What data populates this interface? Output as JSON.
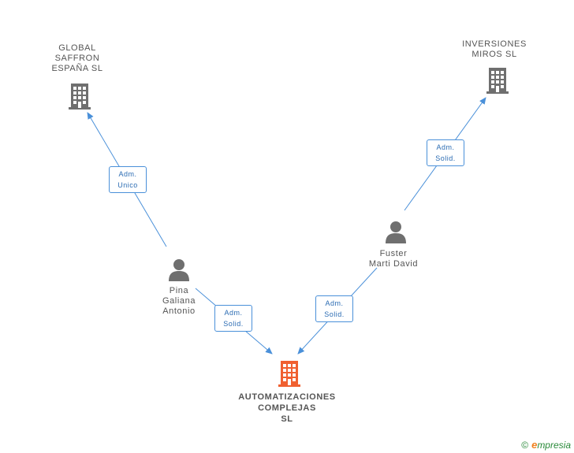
{
  "colors": {
    "edge": "#4a90d9",
    "company": "#6f6f6f",
    "main_company": "#f06030",
    "person": "#6f6f6f"
  },
  "nodes": {
    "global_saffron": {
      "label": "GLOBAL\nSAFFRON\nESPAÑA  SL",
      "icon": "building-icon"
    },
    "inversiones_miros": {
      "label": "INVERSIONES\nMIROS  SL",
      "icon": "building-icon"
    },
    "pina_galiana": {
      "label": "Pina\nGaliana\nAntonio",
      "icon": "person-icon"
    },
    "fuster_marti": {
      "label": "Fuster\nMarti David",
      "icon": "person-icon"
    },
    "automatizaciones": {
      "label": "AUTOMATIZACIONES\nCOMPLEJAS\nSL",
      "icon": "building-icon"
    }
  },
  "edges": {
    "pina_to_global": {
      "label": "Adm.\nUnico"
    },
    "fuster_to_inversiones": {
      "label": "Adm.\nSolid."
    },
    "pina_to_main": {
      "label": "Adm.\nSolid."
    },
    "fuster_to_main": {
      "label": "Adm.\nSolid."
    }
  },
  "footer": {
    "copyright": "©",
    "brand_e": "e",
    "brand_rest": "mpresia"
  }
}
